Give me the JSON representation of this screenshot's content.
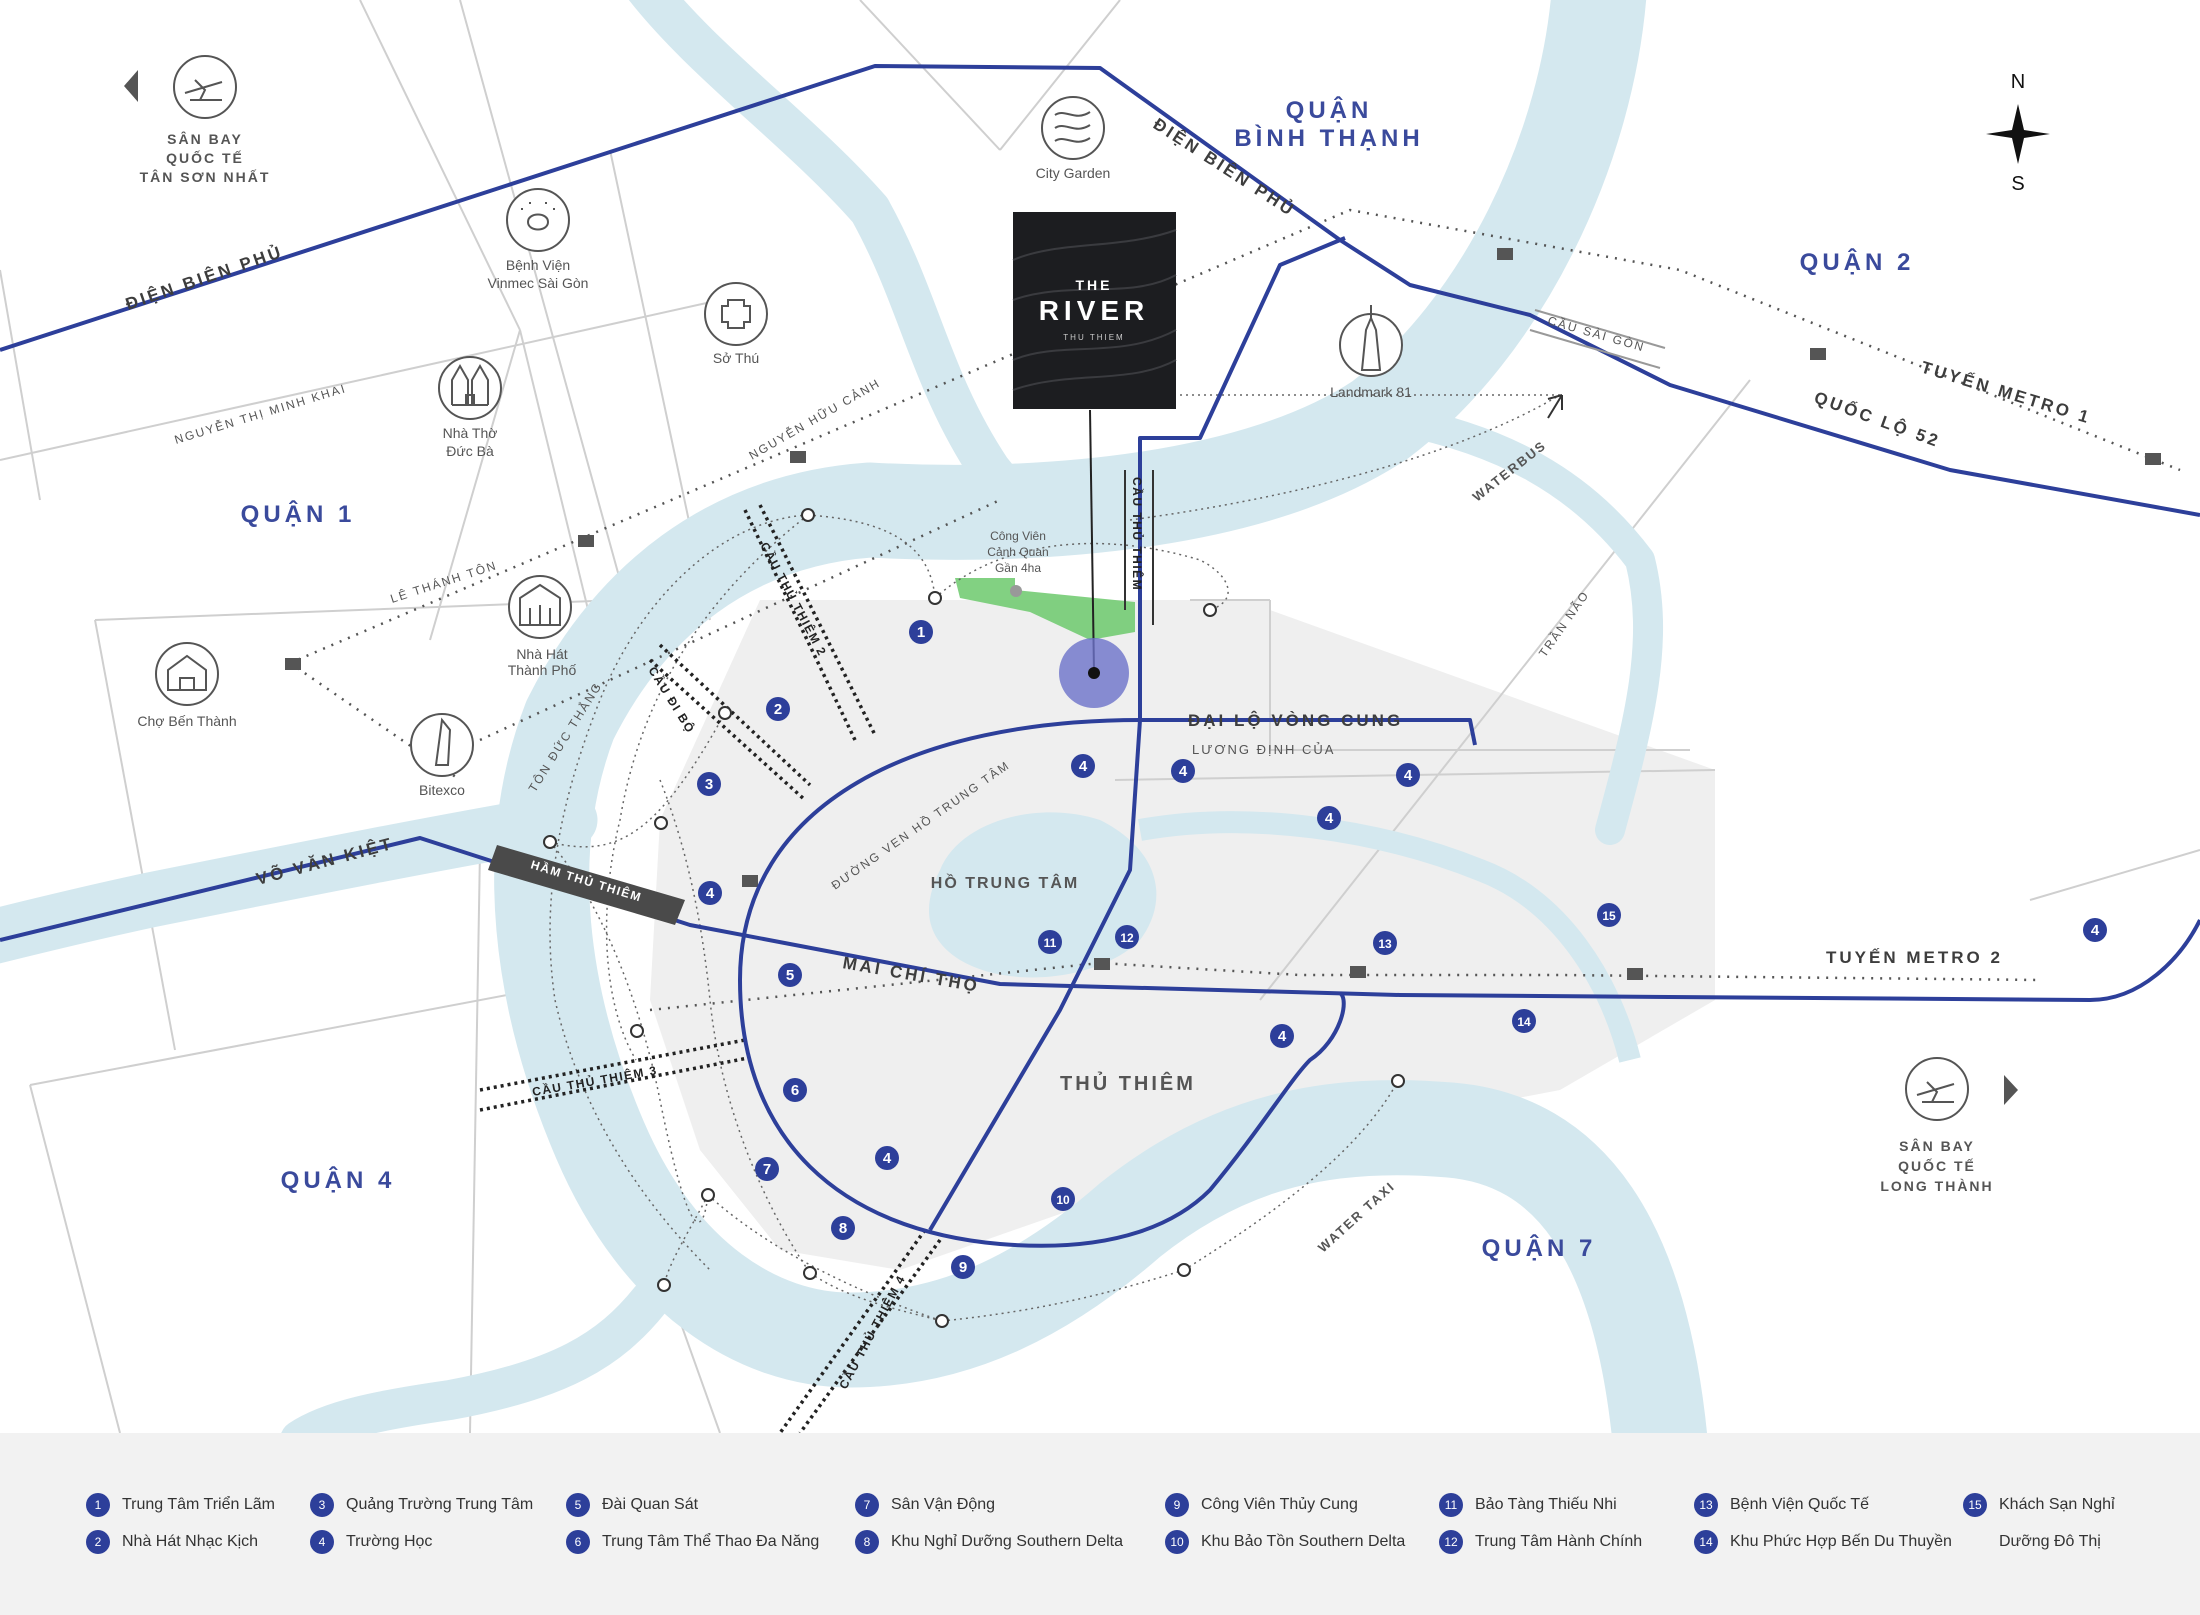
{
  "districts": {
    "q1": "QUẬN 1",
    "q2": "QUẬN 2",
    "q4": "QUẬN 4",
    "q7": "QUẬN 7",
    "bt1": "QUẬN",
    "bt2": "BÌNH THẠNH",
    "thu_thiem": "THỦ THIÊM"
  },
  "roads": {
    "dien_bien_phu_w": "ĐIỆN BIÊN PHỦ",
    "dien_bien_phu_e": "ĐIỆN BIÊN PHỦ",
    "vo_van_kiet": "VÕ VĂN KIỆT",
    "mai_chi_tho": "MAI CHÍ THỌ",
    "dai_lo_vong_cung": "ĐẠI LỘ VÒNG CUNG",
    "luong_dinh_cua": "LƯƠNG ĐỊNH CỦA",
    "quoc_lo_52": "QUỐC LỘ 52",
    "tuyen_metro_1": "TUYẾN METRO 1",
    "tuyen_metro_2": "TUYẾN METRO 2",
    "nguyen_thi_minh_khai": "NGUYỄN THỊ MINH KHAI",
    "nguyen_huu_canh": "NGUYỄN HỮU CẢNH",
    "le_thanh_ton": "LÊ THÁNH TÔN",
    "ton_duc_thang": "TÔN ĐỨC THẮNG",
    "tran_nao": "TRẦN NÃO",
    "duong_ven_ho": "ĐƯỜNG VEN HỒ TRUNG TÂM",
    "waterbus": "WATERBUS",
    "water_taxi": "WATER TAXI"
  },
  "bridges": {
    "cau_thu_thiem": "CẦU THỦ THIÊM",
    "cau_thu_thiem_2": "CẦU THỦ THIÊM 2",
    "cau_di_bo": "CẦU ĐI BỘ",
    "cau_thu_thiem_3": "CẦU THỦ THIÊM 3",
    "cau_thu_thiem_4": "CẦU THỦ THIÊM 4",
    "cau_sai_gon": "CẦU SÀI GÒN",
    "ham_thu_thiem": "HẦM THỦ THIÊM"
  },
  "places": {
    "airport_tsn_1": "SÂN BAY",
    "airport_tsn_2": "QUỐC TẾ",
    "airport_tsn_3": "TÂN SƠN NHẤT",
    "airport_lt_1": "SÂN BAY",
    "airport_lt_2": "QUỐC TẾ",
    "airport_lt_3": "LONG THÀNH",
    "city_garden": "City Garden",
    "vinmec_1": "Bệnh Viện",
    "vinmec_2": "Vinmec Sài Gòn",
    "so_thu": "Sở Thú",
    "nha_tho_1": "Nhà Thờ",
    "nha_tho_2": "Đức Bà",
    "nha_hat_1": "Nhà Hát",
    "nha_hat_2": "Thành Phố",
    "cho_ben_thanh": "Chợ Bến Thành",
    "bitexco": "Bitexco",
    "landmark": "Landmark 81",
    "park_1": "Công Viên",
    "park_2": "Cảnh Quan",
    "park_3": "Gần 4ha",
    "ho_trung_tam": "HỒ TRUNG TÂM"
  },
  "compass": {
    "n": "N",
    "s": "S"
  },
  "project": {
    "the": "THE",
    "river": "RIVER",
    "sub": "THU THIEM"
  },
  "markers": [
    {
      "n": "1"
    },
    {
      "n": "2"
    },
    {
      "n": "3"
    },
    {
      "n": "4"
    },
    {
      "n": "5"
    },
    {
      "n": "6"
    },
    {
      "n": "7"
    },
    {
      "n": "4"
    },
    {
      "n": "8"
    },
    {
      "n": "9"
    },
    {
      "n": "10"
    },
    {
      "n": "4"
    },
    {
      "n": "4"
    },
    {
      "n": "4"
    },
    {
      "n": "4"
    },
    {
      "n": "4"
    },
    {
      "n": "11"
    },
    {
      "n": "12"
    },
    {
      "n": "13"
    },
    {
      "n": "14"
    },
    {
      "n": "15"
    },
    {
      "n": "4"
    }
  ],
  "legend": [
    {
      "n": "1",
      "label": "Trung Tâm Triển Lãm"
    },
    {
      "n": "2",
      "label": "Nhà Hát Nhạc Kịch"
    },
    {
      "n": "3",
      "label": "Quảng Trường Trung Tâm"
    },
    {
      "n": "4",
      "label": "Trường Học"
    },
    {
      "n": "5",
      "label": "Đài Quan Sát"
    },
    {
      "n": "6",
      "label": "Trung Tâm Thể Thao Đa Năng"
    },
    {
      "n": "7",
      "label": "Sân Vận Động"
    },
    {
      "n": "8",
      "label": "Khu Nghỉ Dưỡng Southern Delta"
    },
    {
      "n": "9",
      "label": "Công Viên Thủy Cung"
    },
    {
      "n": "10",
      "label": "Khu Bảo Tồn Southern Delta"
    },
    {
      "n": "11",
      "label": "Bảo Tàng Thiếu Nhi"
    },
    {
      "n": "12",
      "label": "Trung Tâm Hành Chính"
    },
    {
      "n": "13",
      "label": "Bệnh Viện Quốc Tế"
    },
    {
      "n": "14",
      "label": "Khu Phức Hợp Bến Du Thuyền"
    },
    {
      "n": "15",
      "label": "Khách Sạn Nghỉ"
    },
    {
      "n": "",
      "label": "Dưỡng Đô Thị"
    }
  ],
  "colors": {
    "water": "#d4e8ef",
    "road": "#2d3f9a",
    "land_highlight": "#efefef",
    "park": "#5cbf5c",
    "legend_bg": "#f2f2f2"
  }
}
